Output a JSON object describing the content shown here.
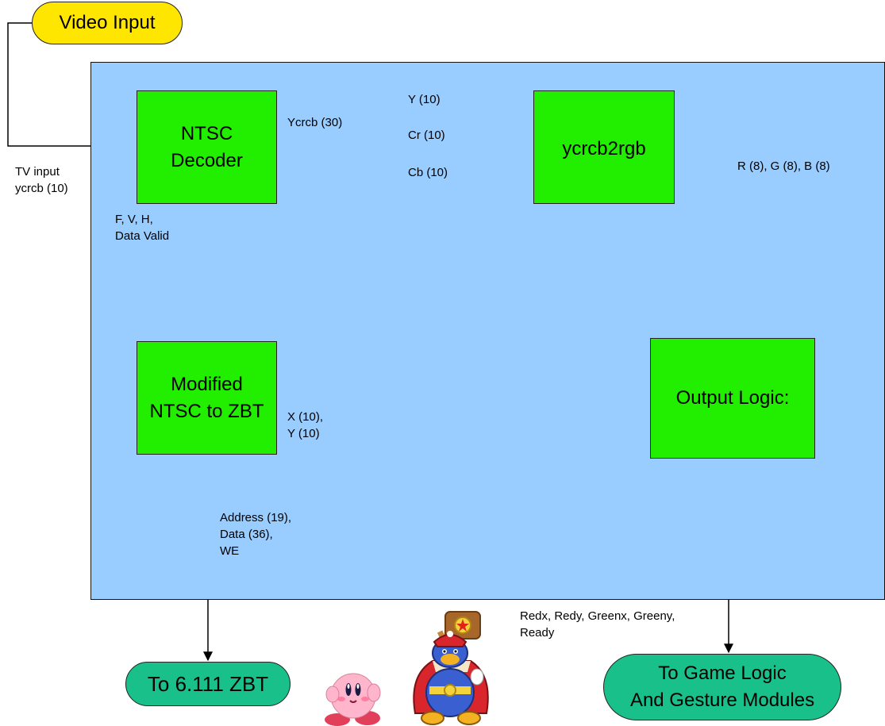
{
  "blocks": {
    "video_input": "Video Input",
    "ntsc_decoder": "NTSC\nDecoder",
    "ycrcb2rgb": "ycrcb2rgb",
    "modified_ntsc": "Modified\nNTSC to ZBT",
    "output_logic": "Output Logic:",
    "to_zbt": "To 6.111 ZBT",
    "to_game_logic": "To Game Logic\nAnd Gesture Modules"
  },
  "labels": {
    "tv_input": "TV input\nycrcb (10)",
    "ycrcb30": "Ycrcb (30)",
    "y10": "Y (10)",
    "cr10": "Cr (10)",
    "cb10": "Cb (10)",
    "rgb": "R (8), G (8), B (8)",
    "fvh": "F, V, H,\nData Valid",
    "xy": "X (10),\nY (10)",
    "address": "Address (19),\nData (36),\nWE",
    "redx": "Redx, Redy, Greenx, Greeny,\nReady"
  },
  "colors": {
    "panel": "#99ccff",
    "block": "#22ee00",
    "terminal_pill": "#19c08a",
    "input_pill": "#ffe600",
    "junction": "#ee1111"
  },
  "icons": [
    "kirby-character",
    "king-dedede-character"
  ]
}
